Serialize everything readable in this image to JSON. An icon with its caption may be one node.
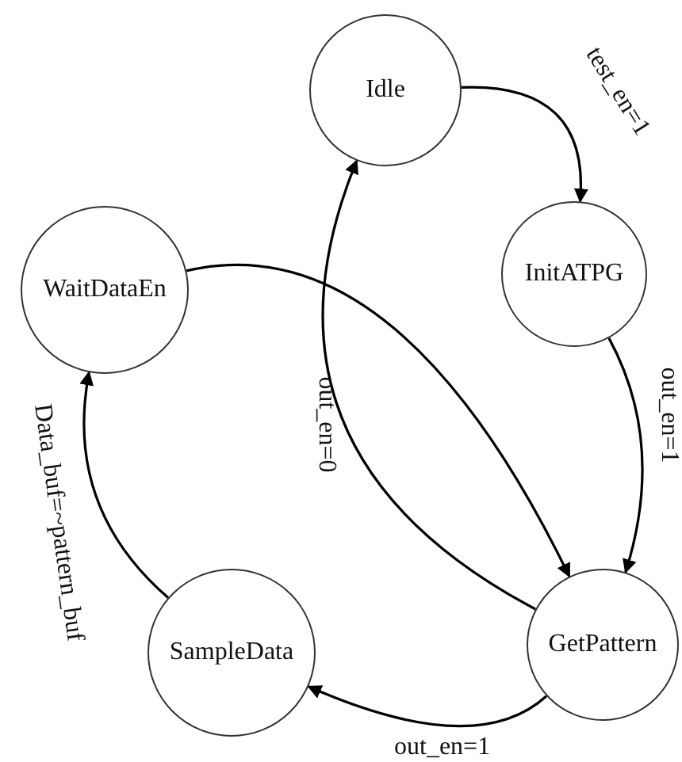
{
  "diagram": {
    "nodes": [
      {
        "text": [
          "Idle"
        ]
      },
      {
        "text": [
          "InitATPG"
        ]
      },
      {
        "text": [
          "WaitDataEn"
        ]
      },
      {
        "text": [
          "SampleData"
        ]
      },
      {
        "text": [
          "GetPattern"
        ]
      }
    ],
    "edges": [
      {
        "from": 0,
        "to": 1,
        "arrow": "to",
        "label": "test_en=1"
      },
      {
        "from": 1,
        "to": 4,
        "arrow": "to",
        "label": "out_en=1"
      },
      {
        "from": 2,
        "to": 4,
        "arrow": "to"
      },
      {
        "from": 4,
        "to": 0,
        "arrow": "to",
        "label": "out_en=0"
      },
      {
        "from": 4,
        "to": 3,
        "arrow": "to",
        "label": "out_en=1"
      },
      {
        "from": 3,
        "to": 2,
        "arrow": "to",
        "label": "Data_buf=~pattern_buf"
      }
    ]
  }
}
